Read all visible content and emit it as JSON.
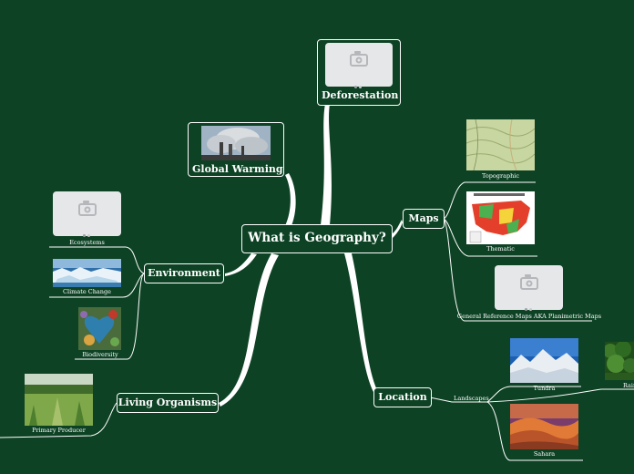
{
  "central": "What is Geography?",
  "topics": {
    "deforestation": "Deforestation",
    "global_warming": "Global Warming",
    "maps": "Maps",
    "environment": "Environment",
    "living_organisms": "Living Organisms",
    "location": "Location"
  },
  "maps_children": {
    "topographic": "Topographic",
    "thematic": "Thematic",
    "general_reference": "General Reference Maps AKA Planimetric Maps"
  },
  "environment_children": {
    "ecosystems": "Ecosystems",
    "climate_change": "Climate Change",
    "biodiversity": "Biodiversity"
  },
  "living_children": {
    "primary_producer": "Primary Producer"
  },
  "location_children": {
    "landscapes": "Landscapes",
    "tundra": "Tundra",
    "rainforest": "Rain",
    "sahara": "Sahara"
  },
  "colors": {
    "background": "#0d4224",
    "line": "#ffffff"
  }
}
